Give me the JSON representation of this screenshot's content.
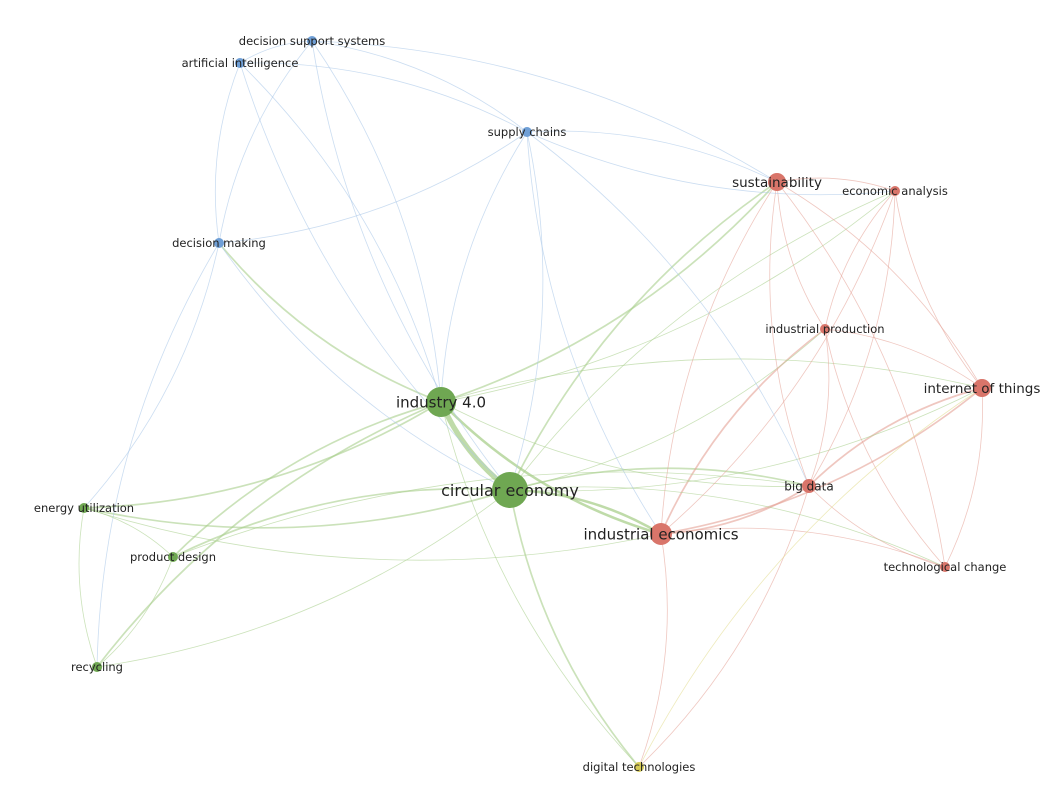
{
  "clusters": {
    "red": "#d9756a",
    "green": "#6fa752",
    "blue": "#6f9fd6",
    "yellow": "#d6cb55"
  },
  "edge_colors": {
    "red": "#e4a196",
    "green": "#a9cf8c",
    "blue": "#a9c7e8",
    "yellow": "#e3dc8f"
  },
  "nodes": [
    {
      "id": "industry-4-0",
      "label": "industry 4.0",
      "cluster": "green",
      "weight": 5
    },
    {
      "id": "circular-economy",
      "label": "circular economy",
      "cluster": "green",
      "weight": 6
    },
    {
      "id": "energy-utilization",
      "label": "energy utilization",
      "cluster": "green",
      "weight": 1
    },
    {
      "id": "product-design",
      "label": "product design",
      "cluster": "green",
      "weight": 1
    },
    {
      "id": "recycling",
      "label": "recycling",
      "cluster": "green",
      "weight": 1
    },
    {
      "id": "decision-support-systems",
      "label": "decision support systems",
      "cluster": "blue",
      "weight": 1
    },
    {
      "id": "artificial-intelligence",
      "label": "artificial intelligence",
      "cluster": "blue",
      "weight": 1
    },
    {
      "id": "supply-chains",
      "label": "supply chains",
      "cluster": "blue",
      "weight": 1
    },
    {
      "id": "decision-making",
      "label": "decision making",
      "cluster": "blue",
      "weight": 1
    },
    {
      "id": "sustainability",
      "label": "sustainability",
      "cluster": "red",
      "weight": 3
    },
    {
      "id": "economic-analysis",
      "label": "economic analysis",
      "cluster": "red",
      "weight": 1
    },
    {
      "id": "industrial-production",
      "label": "industrial production",
      "cluster": "red",
      "weight": 1
    },
    {
      "id": "internet-of-things",
      "label": "internet of things",
      "cluster": "red",
      "weight": 3
    },
    {
      "id": "big-data",
      "label": "big data",
      "cluster": "red",
      "weight": 2
    },
    {
      "id": "industrial-economics",
      "label": "industrial economics",
      "cluster": "red",
      "weight": 4
    },
    {
      "id": "technological-change",
      "label": "technological change",
      "cluster": "red",
      "weight": 1
    },
    {
      "id": "digital-technologies",
      "label": "digital technologies",
      "cluster": "yellow",
      "weight": 1
    }
  ],
  "links": [
    [
      "industry-4-0",
      "circular-economy",
      6
    ],
    [
      "circular-economy",
      "industrial-economics",
      3
    ],
    [
      "industry-4-0",
      "industrial-economics",
      3
    ],
    [
      "circular-economy",
      "sustainability",
      2
    ],
    [
      "industry-4-0",
      "sustainability",
      2
    ],
    [
      "circular-economy",
      "big-data",
      2
    ],
    [
      "industrial-economics",
      "big-data",
      2
    ],
    [
      "industrial-economics",
      "industrial-production",
      2
    ],
    [
      "industrial-economics",
      "internet-of-things",
      2
    ],
    [
      "big-data",
      "internet-of-things",
      2
    ],
    [
      "circular-economy",
      "product-design",
      2
    ],
    [
      "circular-economy",
      "energy-utilization",
      2
    ],
    [
      "industry-4-0",
      "product-design",
      2
    ],
    [
      "industry-4-0",
      "energy-utilization",
      2
    ],
    [
      "industry-4-0",
      "recycling",
      2
    ],
    [
      "industry-4-0",
      "decision-making",
      2
    ],
    [
      "circular-economy",
      "digital-technologies",
      2
    ],
    [
      "industrial-economics",
      "digital-technologies",
      1
    ],
    [
      "industry-4-0",
      "digital-technologies",
      1
    ],
    [
      "big-data",
      "digital-technologies",
      1
    ],
    [
      "circular-economy",
      "internet-of-things",
      1
    ],
    [
      "circular-economy",
      "technological-change",
      1
    ],
    [
      "industry-4-0",
      "big-data",
      1
    ],
    [
      "industry-4-0",
      "internet-of-things",
      1
    ],
    [
      "industry-4-0",
      "economic-analysis",
      1
    ],
    [
      "circular-economy",
      "economic-analysis",
      1
    ],
    [
      "circular-economy",
      "industrial-production",
      1
    ],
    [
      "industrial-economics",
      "sustainability",
      1
    ],
    [
      "industrial-economics",
      "economic-analysis",
      1
    ],
    [
      "industrial-economics",
      "technological-change",
      1
    ],
    [
      "big-data",
      "technological-change",
      1
    ],
    [
      "internet-of-things",
      "technological-change",
      1
    ],
    [
      "industrial-production",
      "technological-change",
      1
    ],
    [
      "sustainability",
      "economic-analysis",
      1
    ],
    [
      "sustainability",
      "industrial-production",
      1
    ],
    [
      "sustainability",
      "internet-of-things",
      1
    ],
    [
      "sustainability",
      "big-data",
      1
    ],
    [
      "sustainability",
      "technological-change",
      1
    ],
    [
      "economic-analysis",
      "internet-of-things",
      1
    ],
    [
      "economic-analysis",
      "big-data",
      1
    ],
    [
      "economic-analysis",
      "industrial-production",
      1
    ],
    [
      "industrial-production",
      "big-data",
      1
    ],
    [
      "internet-of-things",
      "industrial-production",
      1
    ],
    [
      "supply-chains",
      "sustainability",
      1
    ],
    [
      "supply-chains",
      "economic-analysis",
      1
    ],
    [
      "supply-chains",
      "circular-economy",
      1
    ],
    [
      "supply-chains",
      "industry-4-0",
      1
    ],
    [
      "supply-chains",
      "decision-making",
      1
    ],
    [
      "supply-chains",
      "industrial-economics",
      1
    ],
    [
      "supply-chains",
      "big-data",
      1
    ],
    [
      "decision-support-systems",
      "artificial-intelligence",
      1
    ],
    [
      "decision-support-systems",
      "supply-chains",
      1
    ],
    [
      "decision-support-systems",
      "decision-making",
      1
    ],
    [
      "decision-support-systems",
      "industry-4-0",
      1
    ],
    [
      "decision-support-systems",
      "circular-economy",
      1
    ],
    [
      "decision-support-systems",
      "sustainability",
      1
    ],
    [
      "artificial-intelligence",
      "decision-making",
      1
    ],
    [
      "artificial-intelligence",
      "industry-4-0",
      1
    ],
    [
      "artificial-intelligence",
      "circular-economy",
      1
    ],
    [
      "artificial-intelligence",
      "supply-chains",
      1
    ],
    [
      "decision-making",
      "circular-economy",
      1
    ],
    [
      "decision-making",
      "energy-utilization",
      1
    ],
    [
      "decision-making",
      "recycling",
      1
    ],
    [
      "energy-utilization",
      "product-design",
      1
    ],
    [
      "energy-utilization",
      "recycling",
      1
    ],
    [
      "product-design",
      "recycling",
      1
    ],
    [
      "recycling",
      "circular-economy",
      1
    ],
    [
      "product-design",
      "big-data",
      1
    ],
    [
      "energy-utilization",
      "industrial-economics",
      1
    ],
    [
      "digital-technologies",
      "internet-of-things",
      1
    ]
  ]
}
